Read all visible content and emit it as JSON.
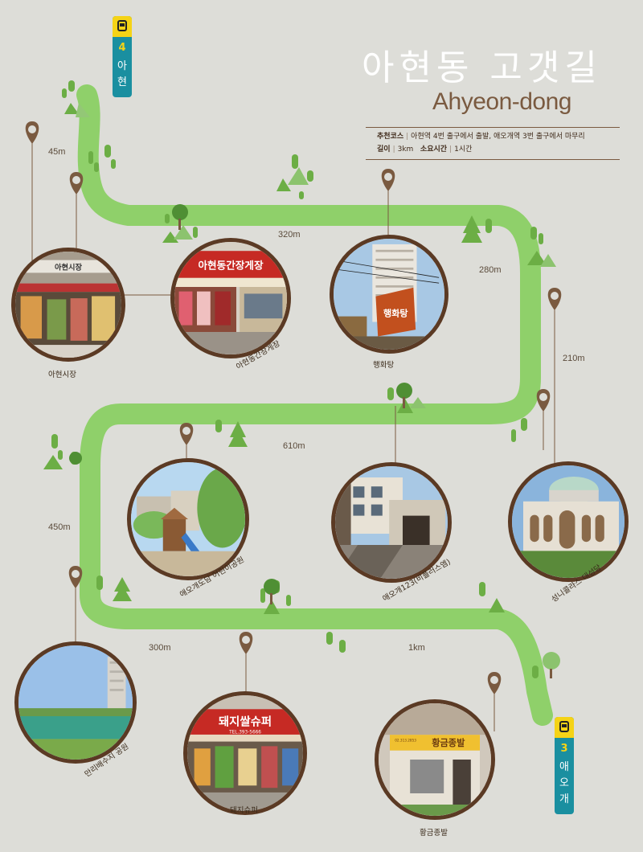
{
  "title": "아현동 고갯길",
  "subtitle": "Ahyeon-dong",
  "info": {
    "course_label": "추천코스",
    "course_text": "아현역 4번 출구에서 출발, 애오개역 3번 출구에서 마무리",
    "length_label": "길이",
    "length_value": "3km",
    "time_label": "소요시간",
    "time_value": "1시간"
  },
  "stations": {
    "start": {
      "line": "4",
      "chars": [
        "아",
        "현"
      ]
    },
    "end": {
      "line": "3",
      "chars": [
        "애",
        "오",
        "개"
      ]
    }
  },
  "distances": [
    "45m",
    "320m",
    "280m",
    "210m",
    "610m",
    "450m",
    "300m",
    "1km"
  ],
  "places": [
    {
      "id": "ahyeon-market",
      "label": "아현시장",
      "sign": "아현시장"
    },
    {
      "id": "ahyeon-ganjang",
      "label": "아현동간장게장",
      "sign": "아현동간장게장"
    },
    {
      "id": "haenghwatang",
      "label": "행화탕",
      "sign": "행화탕"
    },
    {
      "id": "aeogae-playground",
      "label": "애오개도담 어린이공원"
    },
    {
      "id": "aeogae123",
      "label": "애오개123(비플러스엠)"
    },
    {
      "id": "st-nicholas",
      "label": "성니콜라스 대성당"
    },
    {
      "id": "manri-reservoir",
      "label": "만리배수지 공원"
    },
    {
      "id": "dwaeji-super",
      "label": "돼지슈퍼",
      "sign": "돼지쌀슈퍼",
      "tel": "TEL.393-5666"
    },
    {
      "id": "hwanggeum-bakery",
      "label": "황금종발",
      "sign": "황금종발",
      "tel": "02.313.2853"
    }
  ],
  "colors": {
    "background": "#ddddd8",
    "route": "#8fd06a",
    "frame": "#5b3a24",
    "pin": "#7a5a40",
    "tree": "#6cae45",
    "station_blue": "#1a8fa0",
    "station_yellow": "#f5d316"
  }
}
